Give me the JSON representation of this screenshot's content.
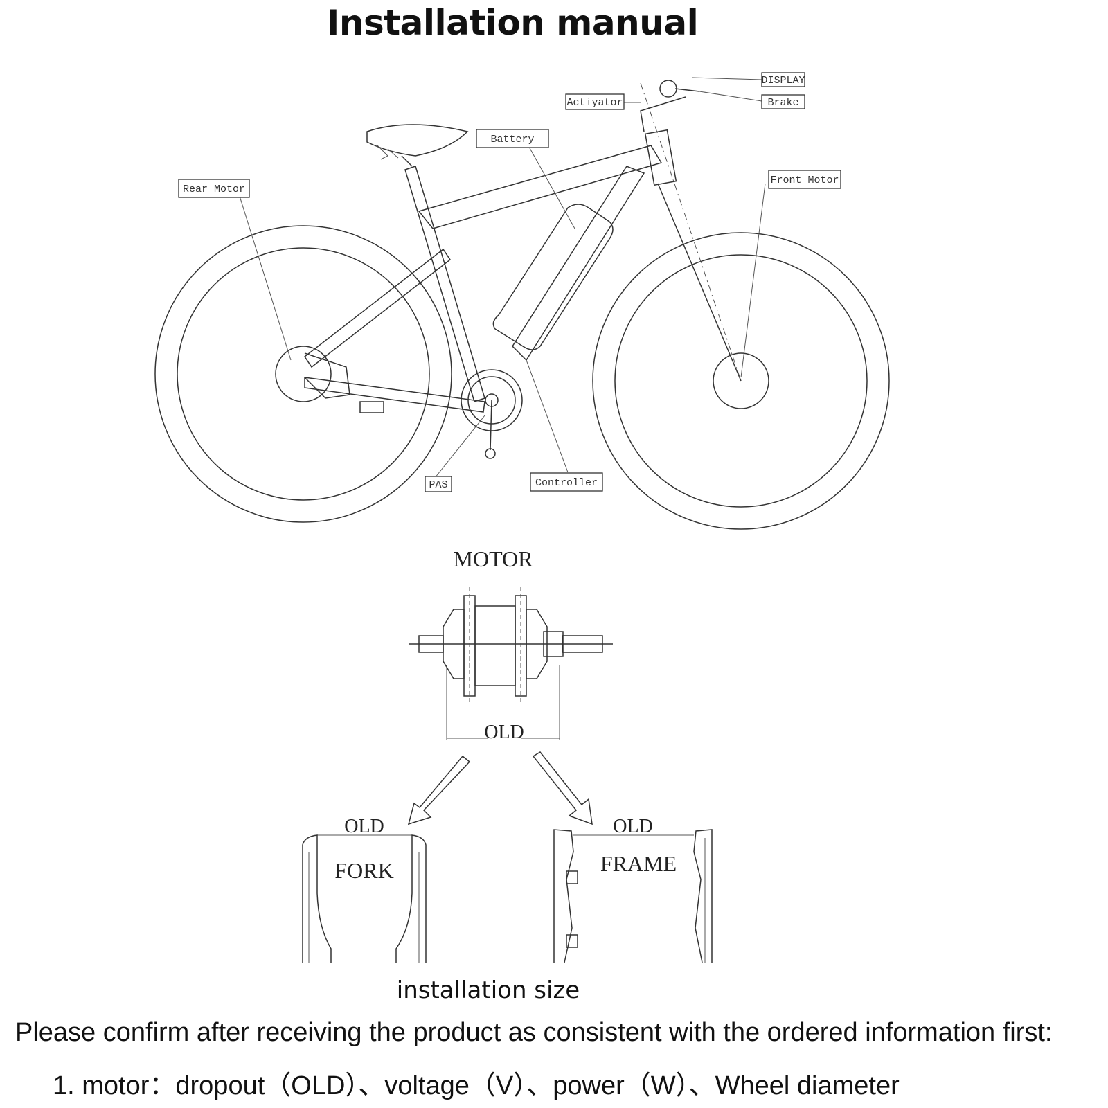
{
  "title": "Installation manual",
  "bike_labels": {
    "display": "DISPLAY",
    "brake": "Brake",
    "actuator": "Actiyator",
    "battery": "Battery",
    "front_motor": "Front Motor",
    "rear_motor": "Rear Motor",
    "pas": "PAS",
    "controller": "Controller"
  },
  "motor_diagram": {
    "motor": "MOTOR",
    "old_motor": "OLD",
    "old_fork": "OLD",
    "fork": "FORK",
    "old_frame": "OLD",
    "frame": "FRAME"
  },
  "subtitle": "installation size",
  "note": "Please confirm after receiving the product as consistent with the ordered information first:",
  "item_1": "1. motor：dropout（OLD）、voltage（V）、power（W）、Wheel diameter"
}
